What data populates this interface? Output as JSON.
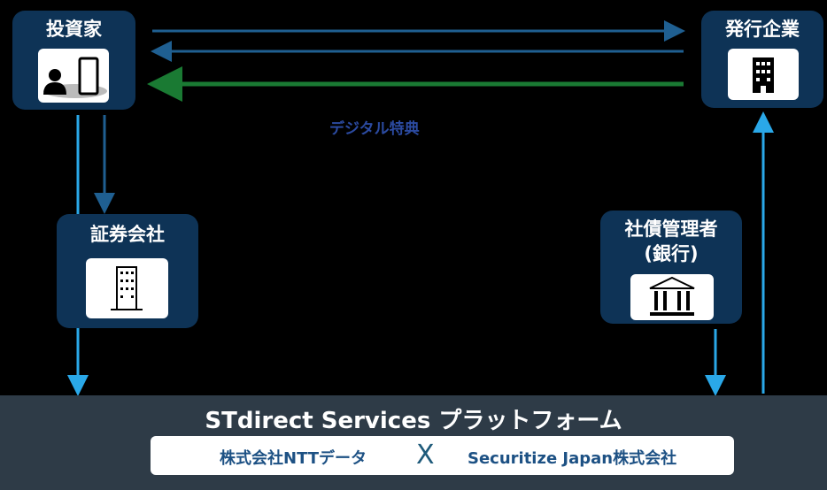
{
  "nodes": {
    "investor": {
      "title": "投資家",
      "icon": "person-smartphone-icon"
    },
    "issuer": {
      "title": "発行企業",
      "icon": "office-building-icon"
    },
    "securities": {
      "title": "証券会社",
      "icon": "office-building-icon"
    },
    "bond_manager": {
      "title": "社債管理者",
      "subtitle": "(銀行)",
      "icon": "bank-icon"
    }
  },
  "arrow_label": "デジタル特典",
  "platform": {
    "title": "STdirect Services プラットフォーム",
    "partner_left": "株式会社NTTデータ",
    "cross": "X",
    "partner_right": "Securitize Japan株式会社"
  },
  "colors": {
    "box": "#0e3356",
    "dark_arrow": "#1f5f91",
    "green_arrow": "#1a7a33",
    "light_arrow": "#2aa8e8",
    "platform": "#2e3b47"
  }
}
